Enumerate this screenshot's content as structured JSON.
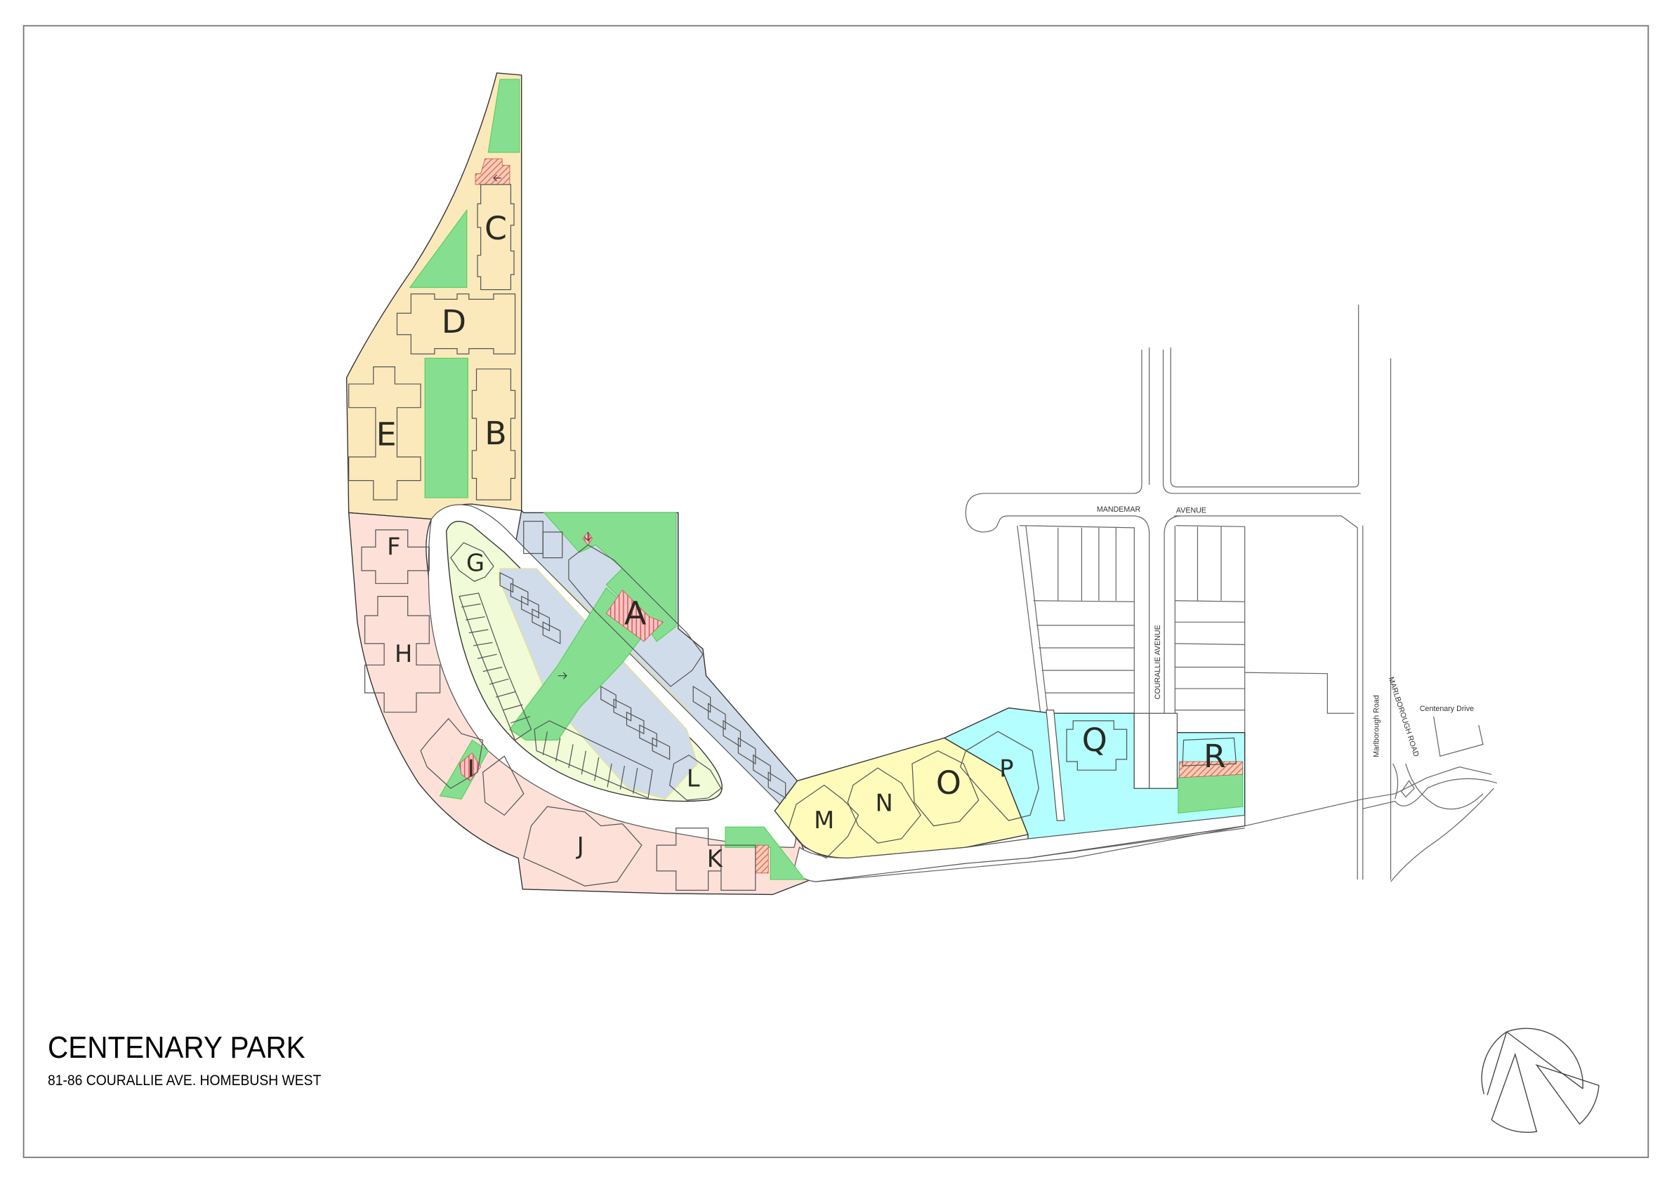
{
  "title": {
    "name": "CENTENARY PARK",
    "address": "81-86 COURALLIE AVE. HOMEBUSH WEST"
  },
  "colors": {
    "zone_tan": "#fbe9bb",
    "zone_pink": "#fde1d9",
    "zone_lime": "#f2fbd8",
    "zone_blue": "#d1dcea",
    "zone_yellow": "#fffcbb",
    "zone_cyan": "#b4feff",
    "open_space_green": "#86df91",
    "hatch_red": "#d85050",
    "frame": "#777777"
  },
  "lots": [
    {
      "id": "A",
      "label": "A"
    },
    {
      "id": "B",
      "label": "B"
    },
    {
      "id": "C",
      "label": "C"
    },
    {
      "id": "D",
      "label": "D"
    },
    {
      "id": "E",
      "label": "E"
    },
    {
      "id": "F",
      "label": "F"
    },
    {
      "id": "G",
      "label": "G"
    },
    {
      "id": "H",
      "label": "H"
    },
    {
      "id": "I",
      "label": "I"
    },
    {
      "id": "J",
      "label": "J"
    },
    {
      "id": "K",
      "label": "K"
    },
    {
      "id": "L",
      "label": "L"
    },
    {
      "id": "M",
      "label": "M"
    },
    {
      "id": "N",
      "label": "N"
    },
    {
      "id": "O",
      "label": "O"
    },
    {
      "id": "P",
      "label": "P"
    },
    {
      "id": "Q",
      "label": "Q"
    },
    {
      "id": "R",
      "label": "R"
    }
  ],
  "streets": {
    "mandemar_1": "MANDEMAR",
    "mandemar_2": "AVENUE",
    "courallie": "COURALLIE   AVENUE",
    "marlborough_upper": "MARLBOROUGH   ROAD",
    "marlborough_lower": "Marlborough Road",
    "centenary_drive": "Centenary Drive"
  },
  "north_arrow": {
    "icon": "north-arrow-icon"
  }
}
